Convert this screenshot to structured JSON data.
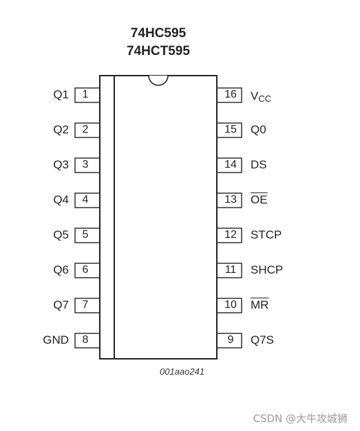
{
  "title": {
    "line1": "74HC595",
    "line2": "74HCT595"
  },
  "colors": {
    "stroke": "#222222",
    "text": "#222222",
    "watermark": "#999999"
  },
  "pins_left": [
    {
      "number": "1",
      "name": "Q1",
      "overline": false
    },
    {
      "number": "2",
      "name": "Q2",
      "overline": false
    },
    {
      "number": "3",
      "name": "Q3",
      "overline": false
    },
    {
      "number": "4",
      "name": "Q4",
      "overline": false
    },
    {
      "number": "5",
      "name": "Q5",
      "overline": false
    },
    {
      "number": "6",
      "name": "Q6",
      "overline": false
    },
    {
      "number": "7",
      "name": "Q7",
      "overline": false
    },
    {
      "number": "8",
      "name": "GND",
      "overline": false
    }
  ],
  "pins_right": [
    {
      "number": "16",
      "name": "V",
      "sub": "CC",
      "overline": false
    },
    {
      "number": "15",
      "name": "Q0",
      "overline": false
    },
    {
      "number": "14",
      "name": "DS",
      "overline": false
    },
    {
      "number": "13",
      "name": "OE",
      "overline": true
    },
    {
      "number": "12",
      "name": "STCP",
      "overline": false
    },
    {
      "number": "11",
      "name": "SHCP",
      "overline": false
    },
    {
      "number": "10",
      "name": "MR",
      "overline": true
    },
    {
      "number": "9",
      "name": "Q7S",
      "overline": false
    }
  ],
  "drawing_id": "001aao241",
  "watermark": "CSDN @大牛攻城狮"
}
